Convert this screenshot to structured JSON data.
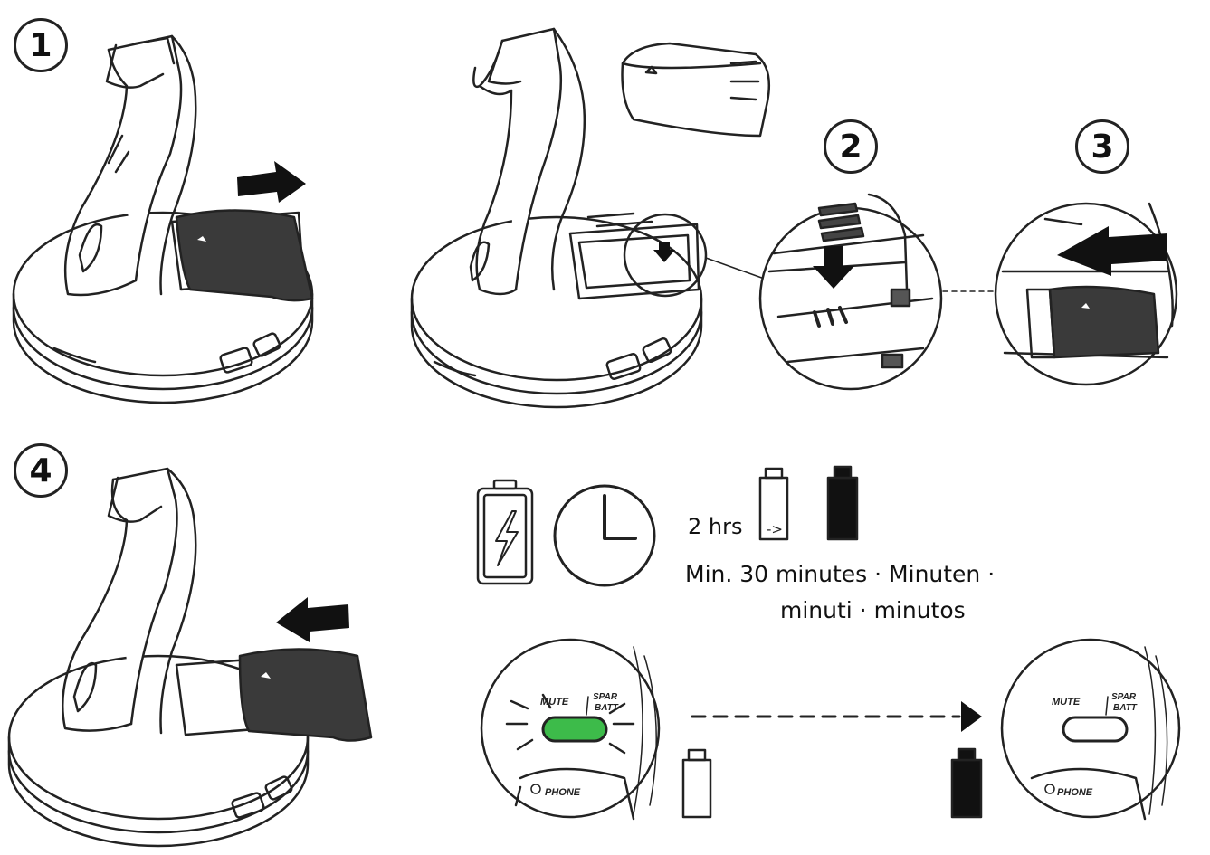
{
  "steps": {
    "s1": "1",
    "s2": "2",
    "s3": "3",
    "s4": "4"
  },
  "charging": {
    "duration": "2 hrs",
    "arrow": "->",
    "min_line1": "Min. 30  minutes · Minuten ·",
    "min_line2": "minuti · minutos"
  },
  "indicator": {
    "mute_label": "MUTE",
    "spare_label_1": "SPAR",
    "spare_label_2": "BATT",
    "phone_label": "PHONE"
  },
  "colors": {
    "ink": "#222222",
    "battery_dark": "#3a3a3a",
    "led_green": "#3dbb4a"
  },
  "icons": [
    "right-arrow-icon",
    "left-arrow-icon",
    "down-arrow-icon",
    "battery-charging-icon",
    "clock-icon",
    "battery-empty-icon",
    "battery-full-icon"
  ]
}
